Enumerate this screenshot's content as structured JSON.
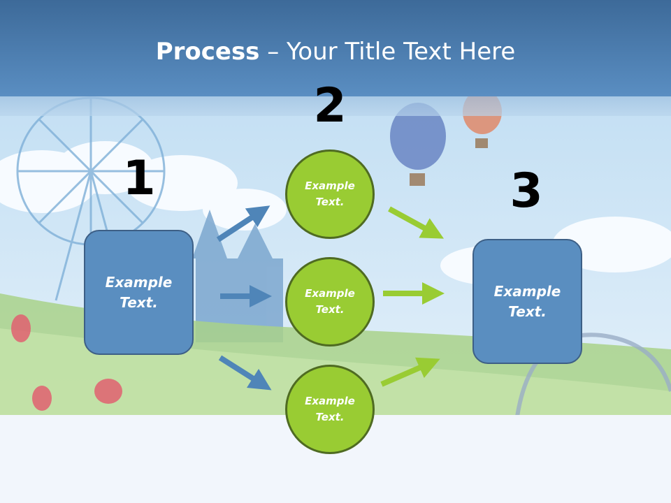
{
  "slide": {
    "title_bold": "Process",
    "title_rest": " – Your Title Text Here"
  },
  "steps": [
    {
      "number": "1",
      "text": "Example\nText."
    },
    {
      "number": "2",
      "items": [
        "Example\nText.",
        "Example\nText.",
        "Example\nText."
      ]
    },
    {
      "number": "3",
      "text": "Example\nText."
    }
  ],
  "colors": {
    "header": "#4a7fb3",
    "box_fill": "#5a8ec0",
    "box_border": "#3d5f86",
    "circle_fill": "#99cc33",
    "circle_border": "#4f6b22",
    "blue_arrow": "#4f85b8",
    "green_arrow": "#99cc33"
  }
}
